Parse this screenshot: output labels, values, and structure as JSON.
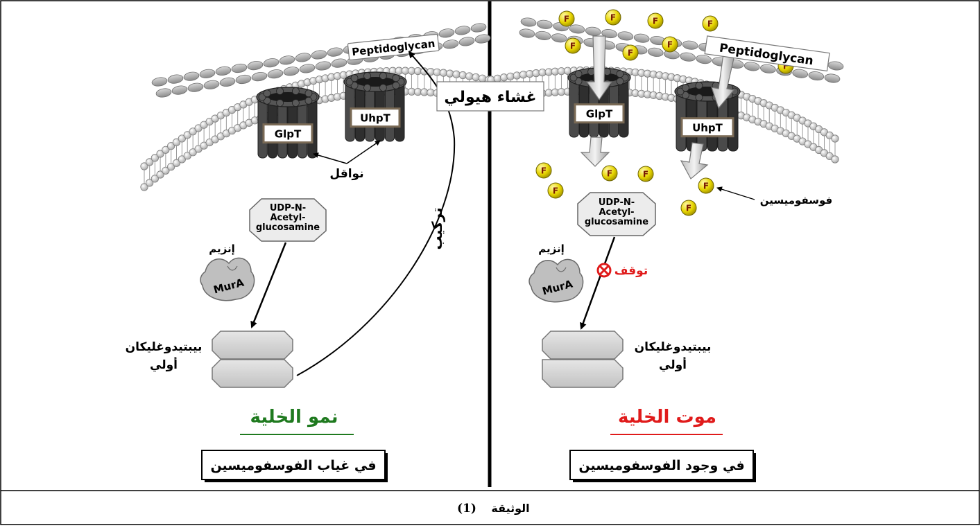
{
  "left_panel": {
    "peptidoglycan_label": "Peptidoglycan",
    "membrane_label": "غشاء هيولي",
    "transporter_1": "GlpT",
    "transporter_2": "UhpT",
    "transporters_label": "نواقل",
    "substrate_line1": "UDP-N-",
    "substrate_line2": "Acetyl-",
    "substrate_line3": "glucosamine",
    "enzyme_label": "إنزيم",
    "enzyme_name": "MurA",
    "synthesis_label": "تركيب",
    "precursor_line1": "بيبتيدوغليكان",
    "precursor_line2": "أولي",
    "outcome": "نمو الخلية",
    "condition": "في غياب الفوسفوميسين"
  },
  "right_panel": {
    "peptidoglycan_label": "Peptidoglycan",
    "transporter_1": "GlpT",
    "transporter_2": "UhpT",
    "fosfomycin_marker": "F",
    "fosfomycin_label": "فوسفوميسين",
    "substrate_line1": "UDP-N-",
    "substrate_line2": "Acetyl-",
    "substrate_line3": "glucosamine",
    "enzyme_label": "إنزيم",
    "enzyme_name": "MurA",
    "stop_label": "توقف",
    "precursor_line1": "بيبتيدوغليكان",
    "precursor_line2": "أولي",
    "outcome": "موت الخلية",
    "condition": "في وجود الفوسفوميسين"
  },
  "caption_word": "الوثيقة",
  "caption_number": "(1)",
  "colors": {
    "growth": "#1f7a1f",
    "death": "#e01b1b",
    "fosfomycin": "#e8d400",
    "membrane_head": "#d9d9d9",
    "transporter": "#3b3b3b"
  }
}
